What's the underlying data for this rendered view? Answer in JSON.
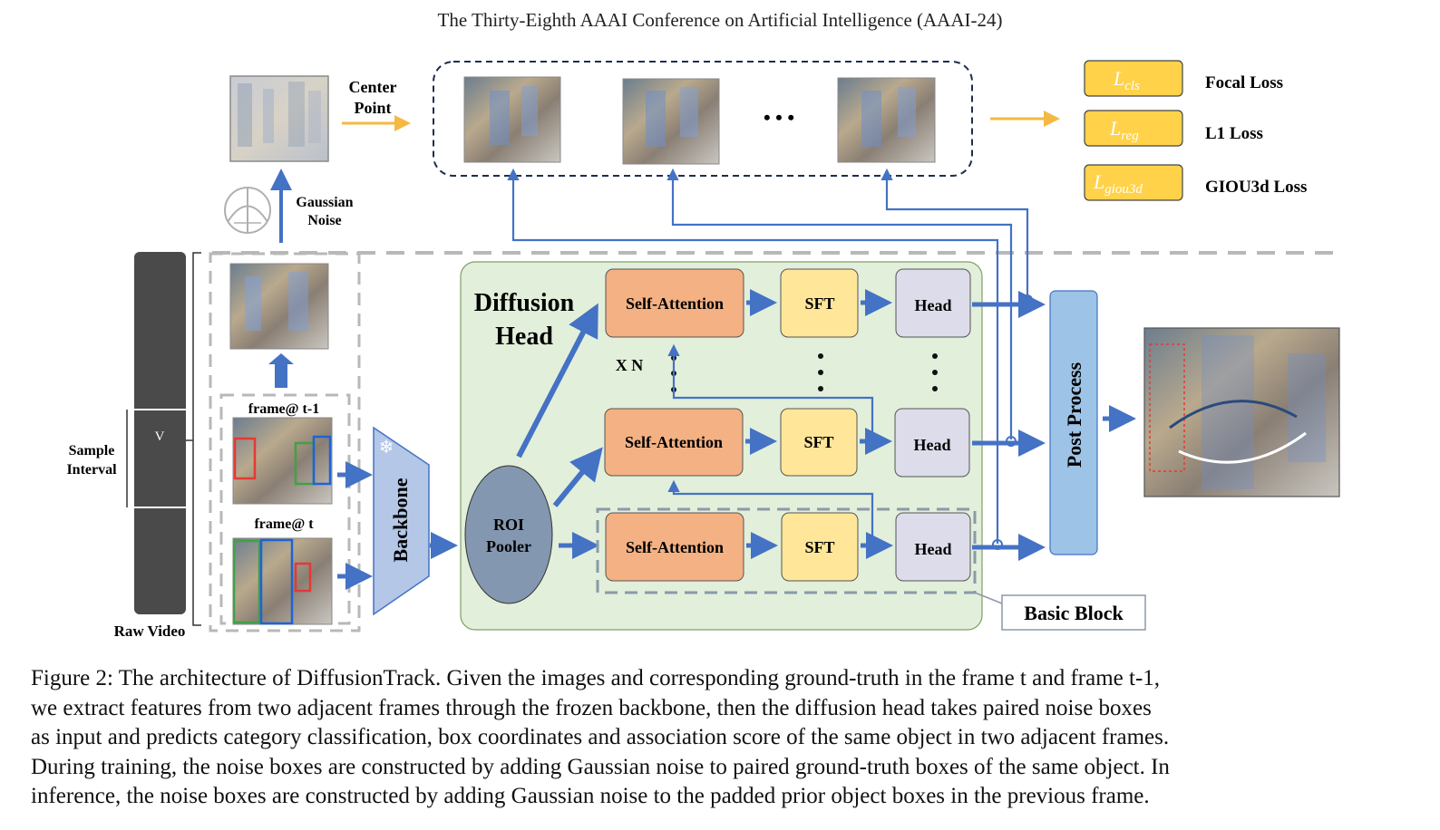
{
  "header": "The Thirty-Eighth AAAI Conference on Artificial Intelligence (AAAI-24)",
  "figure": {
    "center_point": [
      "Center",
      "Point"
    ],
    "gaussian_noise": [
      "Gaussian",
      "Noise"
    ],
    "ellipsis": "• • •",
    "losses": [
      {
        "symbol": "L",
        "subscript": "cls",
        "name": "Focal Loss"
      },
      {
        "symbol": "L",
        "subscript": "reg",
        "name": "L1 Loss"
      },
      {
        "symbol": "L",
        "subscript": "giou3d",
        "name": "GIOU3d Loss"
      }
    ],
    "sample_interval": [
      "Sample",
      "Interval"
    ],
    "v_label": "V",
    "raw_video": "Raw Video",
    "frame_t1": "frame@ t-1",
    "frame_t": "frame@ t",
    "backbone": "Backbone",
    "snowflake": "❄",
    "diffusion_head": [
      "Diffusion",
      "Head"
    ],
    "roi_pooler": [
      "ROI",
      "Pooler"
    ],
    "xn": "X N",
    "self_attention": "Self-Attention",
    "sft": "SFT",
    "head": "Head",
    "basic_block": "Basic Block",
    "post_process": "Post Process"
  },
  "caption_lines": [
    "Figure 2: The architecture of DiffusionTrack. Given the images and corresponding ground-truth in the frame t and frame t-1,",
    "we extract features from two adjacent frames through the frozen backbone, then the diffusion head takes paired noise boxes",
    "as input and predicts category classification, box coordinates and association score of the same object in two adjacent frames.",
    "During training, the noise boxes are constructed by adding Gaussian noise to paired ground-truth boxes of the same object. In",
    "inference, the noise boxes are constructed by adding Gaussian noise to the padded prior object boxes in the previous frame."
  ],
  "colors": {
    "arrow_blue": "#4472c4",
    "orange_box": "#f4b183",
    "yellow_box": "#ffe699",
    "head_box": "#dcdcea",
    "green_panel": "#e2efda",
    "loss_fill": "#ffd24a",
    "backbone_fill": "#b4c7e7",
    "post_process_fill": "#9dc3e6",
    "roi_fill": "#8497b0",
    "orange_arrow": "#f4b942"
  }
}
